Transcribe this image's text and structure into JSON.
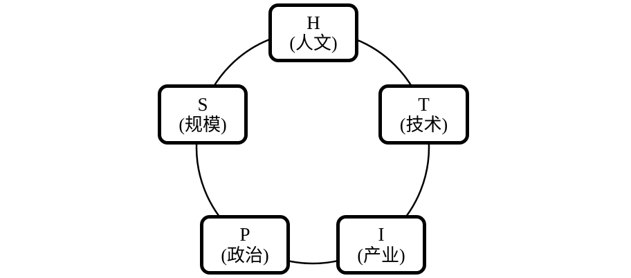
{
  "diagram": {
    "type": "cycle",
    "colors": {
      "stroke": "#000000",
      "background": "#ffffff",
      "text": "#000000"
    },
    "nodes": [
      {
        "id": "h",
        "code": "H",
        "label": "(人文)"
      },
      {
        "id": "t",
        "code": "T",
        "label": "(技术)"
      },
      {
        "id": "i",
        "code": "I",
        "label": "(产业)"
      },
      {
        "id": "p",
        "code": "P",
        "label": "(政治)"
      },
      {
        "id": "s",
        "code": "S",
        "label": "(规模)"
      }
    ]
  }
}
